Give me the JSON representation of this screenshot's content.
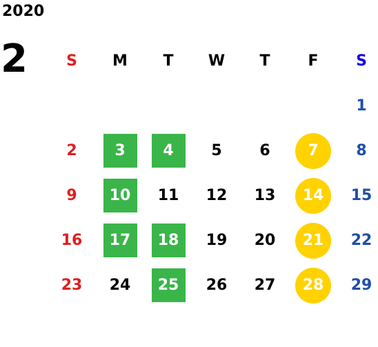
{
  "year": "2020",
  "month": "2",
  "weekdays": [
    "S",
    "M",
    "T",
    "W",
    "T",
    "F",
    "S"
  ],
  "weeks": [
    [
      "",
      "",
      "",
      "",
      "",
      "",
      "1"
    ],
    [
      "2",
      "3",
      "4",
      "5",
      "6",
      "7",
      "8"
    ],
    [
      "9",
      "10",
      "11",
      "12",
      "13",
      "14",
      "15"
    ],
    [
      "16",
      "17",
      "18",
      "19",
      "20",
      "21",
      "22"
    ],
    [
      "23",
      "24",
      "25",
      "26",
      "27",
      "28",
      "29"
    ]
  ],
  "green_days": [
    "3",
    "4",
    "10",
    "17",
    "18",
    "25"
  ],
  "yellow_days": [
    "7",
    "14",
    "21",
    "28"
  ],
  "colors": {
    "sunday": "#e02020",
    "saturday": "#1f4fa8",
    "green_highlight": "#3ab54a",
    "yellow_highlight": "#ffd200"
  }
}
